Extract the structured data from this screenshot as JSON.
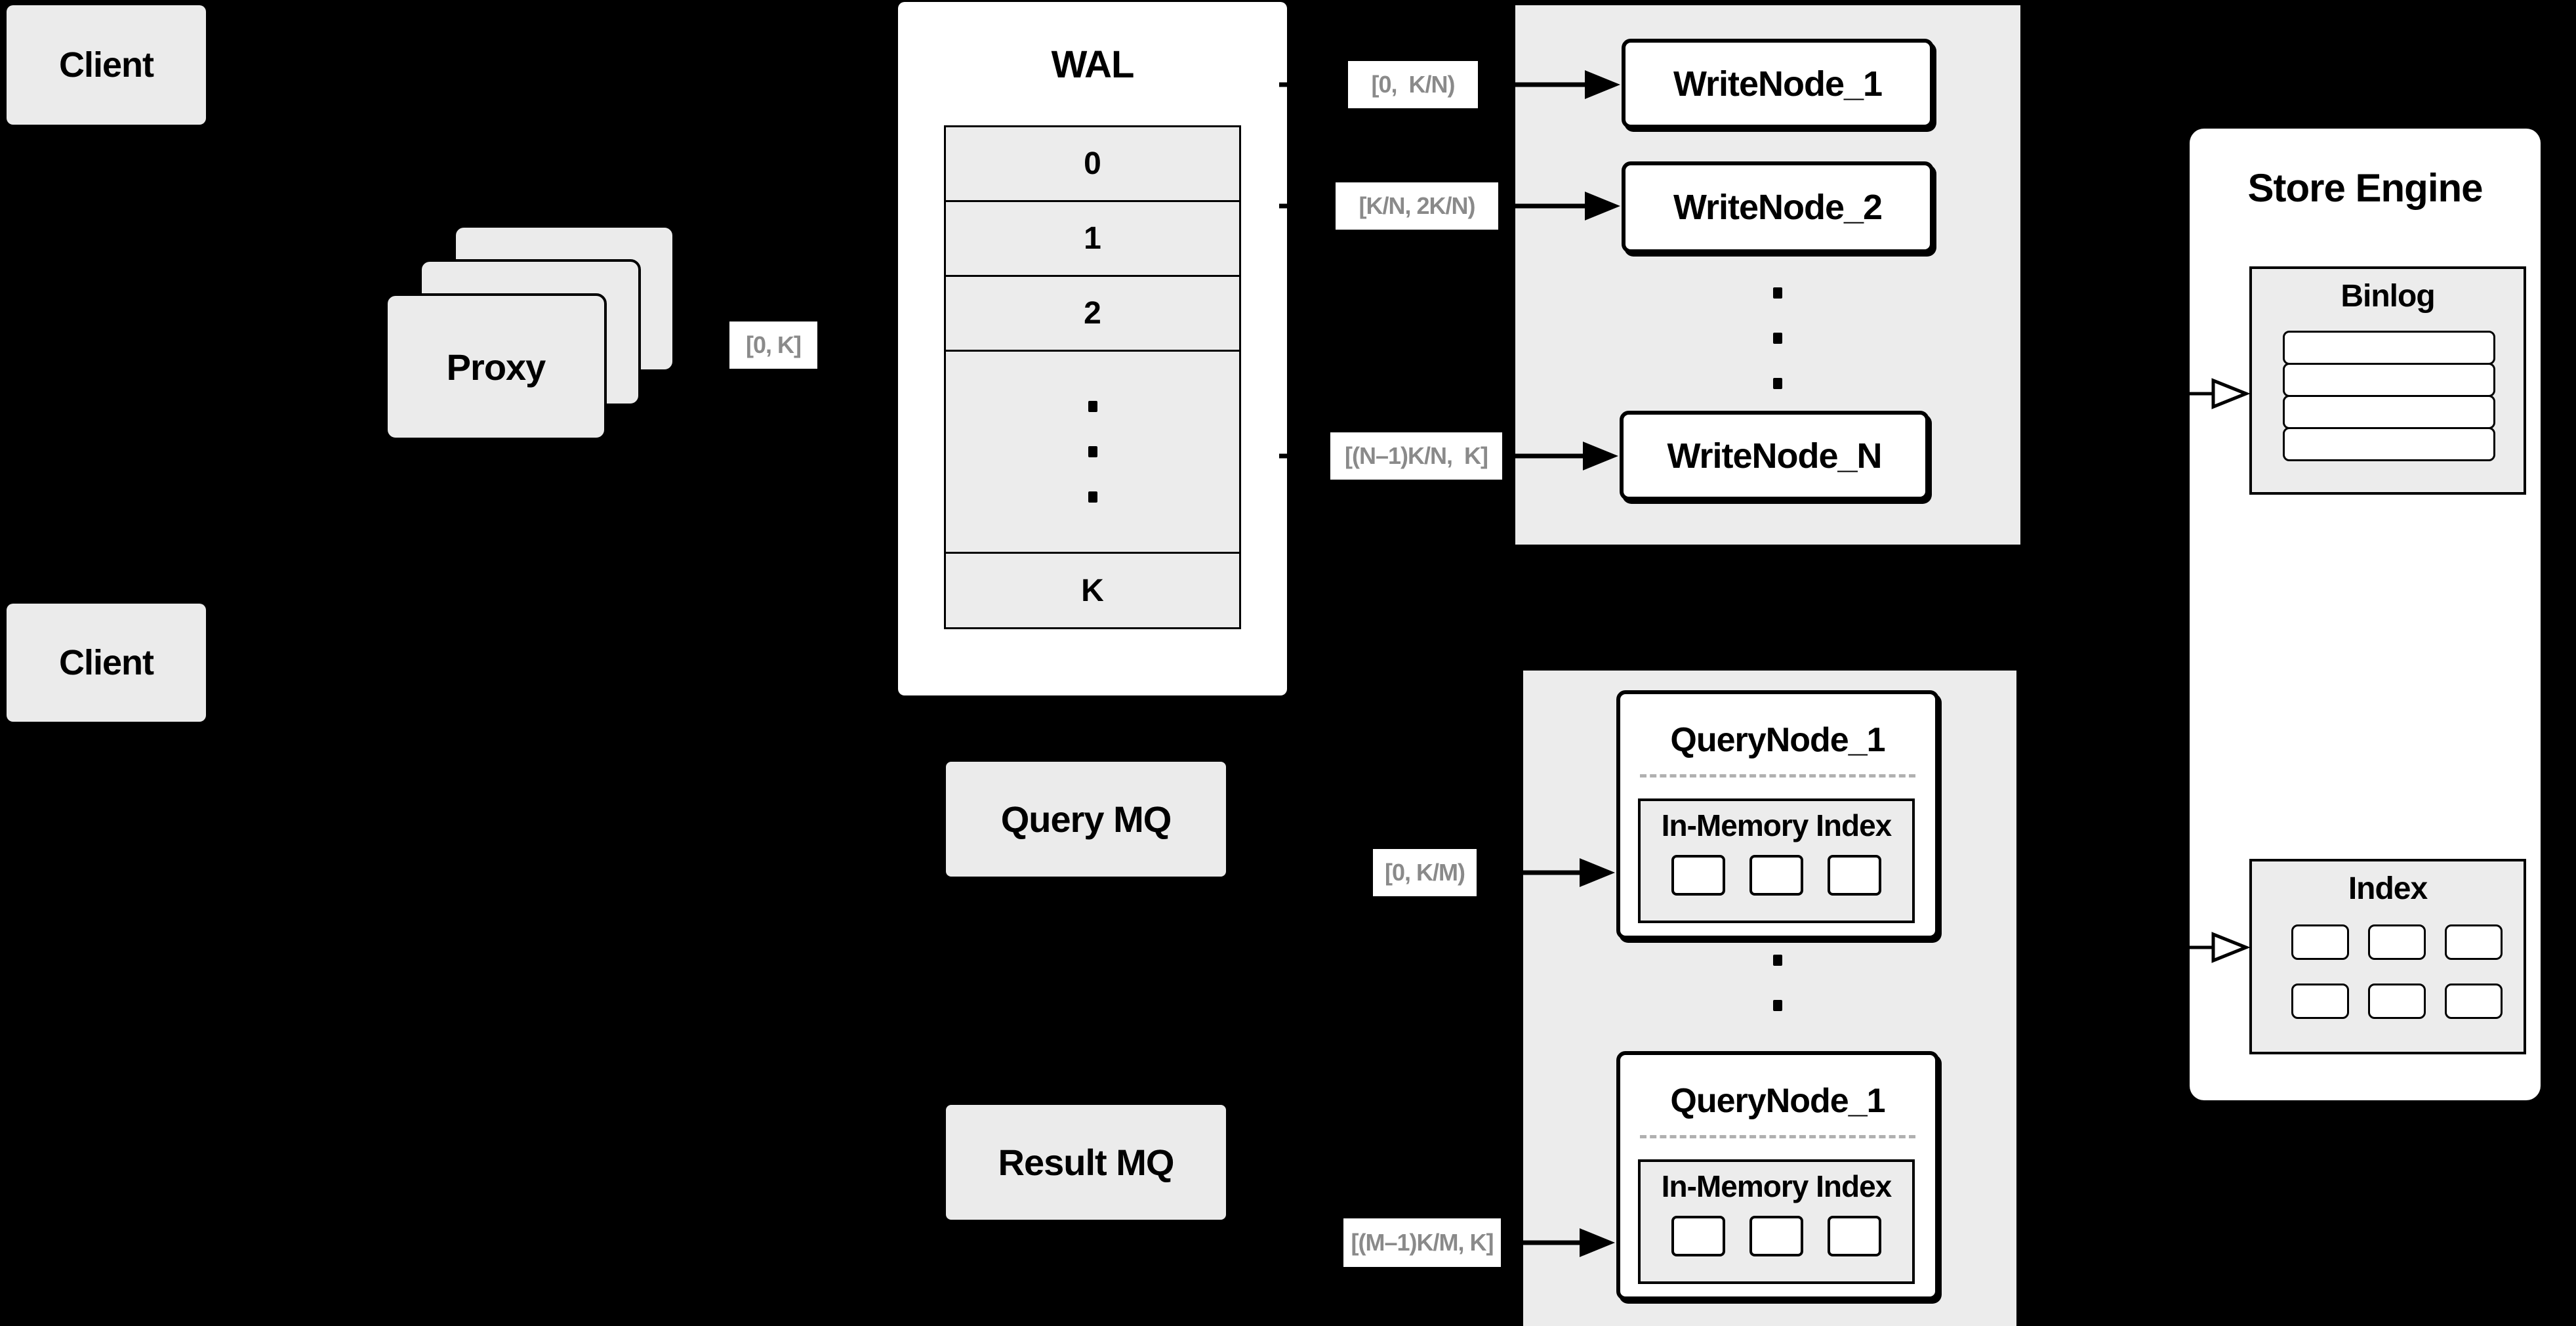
{
  "colors": {
    "background": "#000000",
    "panel_gray": "#ececec",
    "box_gray": "#ebebeb",
    "white": "#ffffff",
    "line_black": "#000000",
    "label_text_gray": "#8a8a8a",
    "dash_gray": "#b0b0b0"
  },
  "nodes": {
    "client_top": "Client",
    "client_bottom": "Client",
    "proxy": "Proxy",
    "wal": {
      "title": "WAL",
      "rows": [
        "0",
        "1",
        "2",
        "K"
      ]
    },
    "write_node_1": "WriteNode_1",
    "write_node_2": "WriteNode_2",
    "write_node_n": "WriteNode_N",
    "query_mq": "Query MQ",
    "result_mq": "Result MQ",
    "query_node_top": {
      "title": "QueryNode_1",
      "index": "In-Memory Index"
    },
    "query_node_bottom": {
      "title": "QueryNode_1",
      "index": "In-Memory Index"
    },
    "store": {
      "title": "Store Engine",
      "binlog": "Binlog",
      "index": "Index"
    }
  },
  "range_labels": {
    "proxy_to_wal": "[0, K]",
    "write_1": "[0,  K/N)",
    "write_2": "[K/N, 2K/N)",
    "write_n": "[(N–1)K/N,  K]",
    "query_first": "[0, K/M)",
    "query_last": "[(M–1)K/M, K]"
  }
}
